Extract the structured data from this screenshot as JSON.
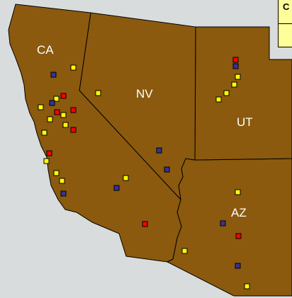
{
  "states": [
    {
      "id": "ca",
      "label": "CA"
    },
    {
      "id": "nv",
      "label": "NV"
    },
    {
      "id": "ut",
      "label": "UT"
    },
    {
      "id": "az",
      "label": "AZ"
    }
  ],
  "legend": {
    "visible_text": "C"
  },
  "colors": {
    "land": "#8b5a0e",
    "border": "#000000",
    "background": "#d8dcdc",
    "marker_yellow": "#ffff00",
    "marker_red": "#ff0000",
    "marker_blue": "#333399",
    "legend_fill": "#ffff99"
  }
}
